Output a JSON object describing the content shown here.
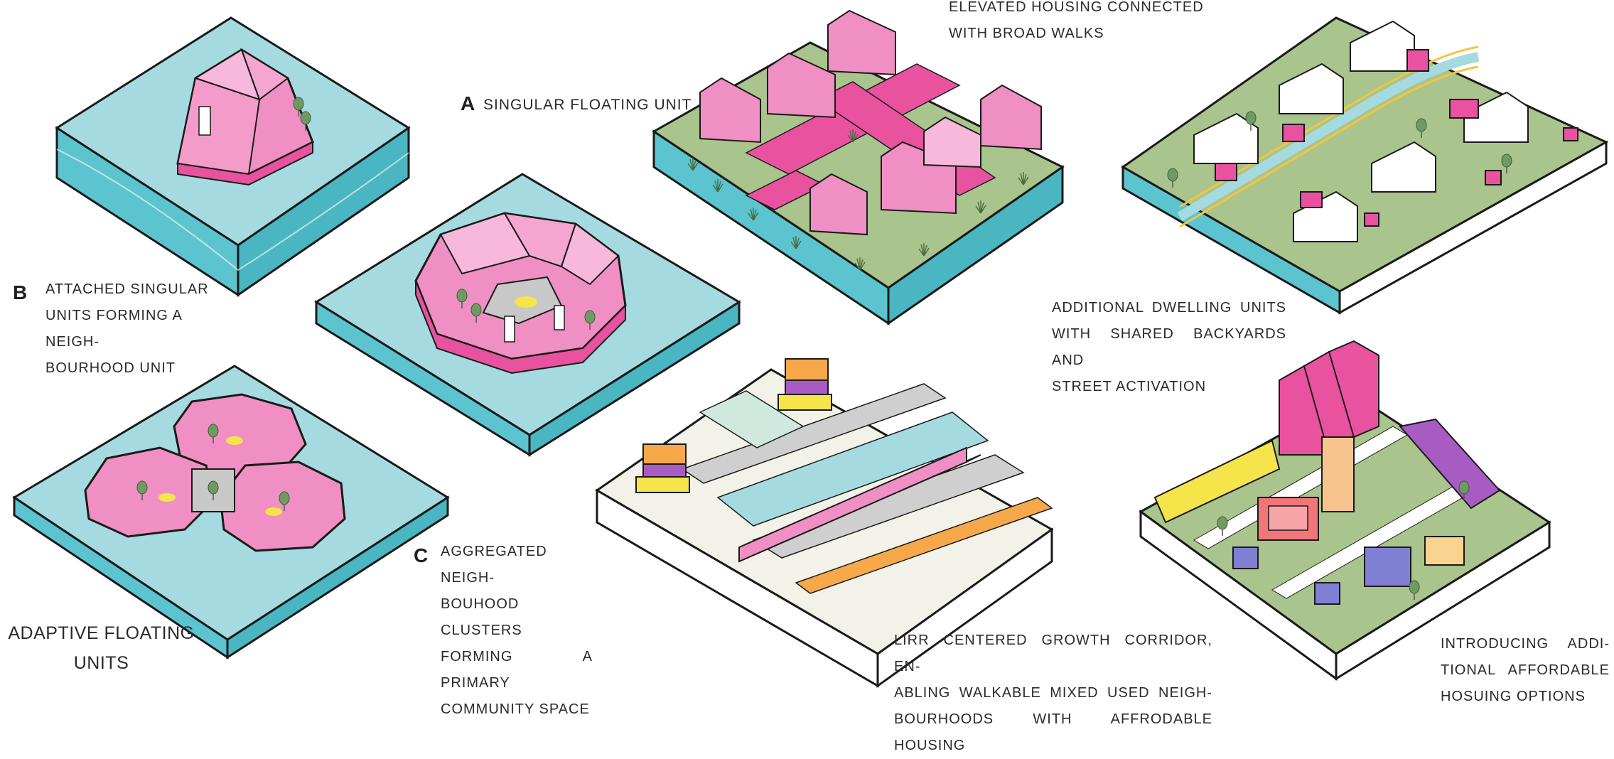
{
  "labels": {
    "a_letter": "A",
    "a_text": "SINGULAR FLOATING UNIT",
    "b_letter": "B",
    "b_lines": [
      "ATTACHED SINGULAR",
      "UNITS FORMING A NEIGH-",
      "BOURHOOD UNIT"
    ],
    "c_letter": "C",
    "c_lines": [
      "AGGREGATED NEIGH-",
      "BOUHOOD CLUSTERS",
      "FORMING A PRIMARY",
      "COMMUNITY SPACE"
    ],
    "adaptive_lines": [
      "ADAPTIVE FLOATING",
      "UNITS"
    ],
    "elevated_lines": [
      "ELEVATED HOUSING CONNECTED",
      "WITH BROAD WALKS"
    ],
    "adu_lines": [
      "ADDITIONAL DWELLING UNITS",
      "WITH SHARED BACKYARDS AND",
      "STREET ACTIVATION"
    ],
    "lirr_lines": [
      "LIRR CENTERED GROWTH CORRIDOR, EN-",
      "ABLING WALKABLE MIXED USED NEIGH-",
      "BOURHOODS WITH AFFRODABLE HOUSING"
    ],
    "intro_lines": [
      "INTRODUCING ADDI-",
      "TIONAL AFFORDABLE",
      "HOSUING OPTIONS"
    ]
  },
  "colors": {
    "water_top": "#a5dbe0",
    "water_side": "#5cc4cf",
    "pink": "#f08fc4",
    "pink_light": "#f7b8dc",
    "hot_pink": "#e8529f",
    "grass": "#a9c48c",
    "outline": "#1a1a1a",
    "yellow": "#f5e54a",
    "orange": "#f6a84a",
    "purple": "#a95bc4",
    "blue": "#7f80d4",
    "coral": "#f0767a"
  },
  "icons": [
    "floating-unit-diagram",
    "neighbourhood-unit-diagram",
    "cluster-diagram",
    "elevated-housing-diagram",
    "adu-diagram",
    "lirr-corridor-diagram",
    "affordable-housing-diagram"
  ]
}
